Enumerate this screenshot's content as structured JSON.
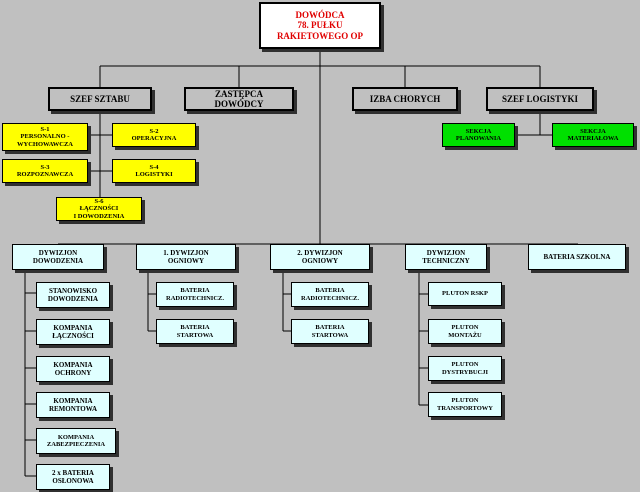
{
  "commander": {
    "lines": [
      "DOWÓDCA",
      "78. PUŁKU",
      "RAKIETOWEGO OP"
    ]
  },
  "staff": {
    "chief_of_staff": "SZEF SZTABU",
    "deputy": {
      "lines": [
        "ZASTĘPCA",
        "DOWÓDCY"
      ]
    },
    "sick_room": "IZBA CHORYCH",
    "logistics_chief": "SZEF LOGISTYKI"
  },
  "sections": {
    "s1": {
      "lines": [
        "S-1",
        "PERSONALNO -",
        "WYCHOWAWCZA"
      ]
    },
    "s2": {
      "lines": [
        "S-2",
        "OPERACYJNA"
      ]
    },
    "s3": {
      "lines": [
        "S-3",
        "ROZPOZNAWCZA"
      ]
    },
    "s4": {
      "lines": [
        "S-4",
        "LOGISTYKI"
      ]
    },
    "s6": {
      "lines": [
        "S-6",
        "ŁĄCZNOŚCI",
        "I DOWODZENIA"
      ]
    },
    "planning": {
      "lines": [
        "SEKCJA",
        "PLANOWANIA"
      ]
    },
    "material": {
      "lines": [
        "SEKCJA",
        "MATERIAŁOWA"
      ]
    }
  },
  "units": {
    "command_battalion": {
      "lines": [
        "DYWIZJON",
        "DOWODZENIA"
      ]
    },
    "fire_battalion_1": {
      "lines": [
        "1. DYWIZJON",
        "OGNIOWY"
      ]
    },
    "fire_battalion_2": {
      "lines": [
        "2. DYWIZJON",
        "OGNIOWY"
      ]
    },
    "tech_battalion": {
      "lines": [
        "DYWIZJON",
        "TECHNICZNY"
      ]
    },
    "school_battery": "BATERIA SZKOLNA"
  },
  "command_sub": [
    {
      "lines": [
        "STANOWISKO",
        "DOWODZENIA"
      ]
    },
    {
      "lines": [
        "KOMPANIA",
        "ŁĄCZNOŚCI"
      ]
    },
    {
      "lines": [
        "KOMPANIA",
        "OCHRONY"
      ]
    },
    {
      "lines": [
        "KOMPANIA",
        "REMONTOWA"
      ]
    },
    {
      "lines": [
        "KOMPANIA",
        "ZABEZPIECZENIA"
      ]
    },
    {
      "lines": [
        "2 x BATERIA",
        "OSŁONOWA"
      ]
    }
  ],
  "fire1_sub": [
    {
      "lines": [
        "BATERIA",
        "RADIOTECHNICZ."
      ]
    },
    {
      "lines": [
        "BATERIA",
        "STARTOWA"
      ]
    }
  ],
  "fire2_sub": [
    {
      "lines": [
        "BATERIA",
        "RADIOTECHNICZ."
      ]
    },
    {
      "lines": [
        "BATERIA",
        "STARTOWA"
      ]
    }
  ],
  "tech_sub": [
    {
      "lines": [
        "PLUTON RSKP"
      ]
    },
    {
      "lines": [
        "PLUTON",
        "MONTAŻU"
      ]
    },
    {
      "lines": [
        "PLUTON",
        "DYSTRYBUCJI"
      ]
    },
    {
      "lines": [
        "PLUTON",
        "TRANSPORTOWY"
      ]
    }
  ],
  "colors": {
    "commander_text": "#e00000",
    "section_yellow": "#ffff00",
    "section_green": "#00e000",
    "unit_cyan": "#e0ffff",
    "background": "#c0c0c0"
  }
}
